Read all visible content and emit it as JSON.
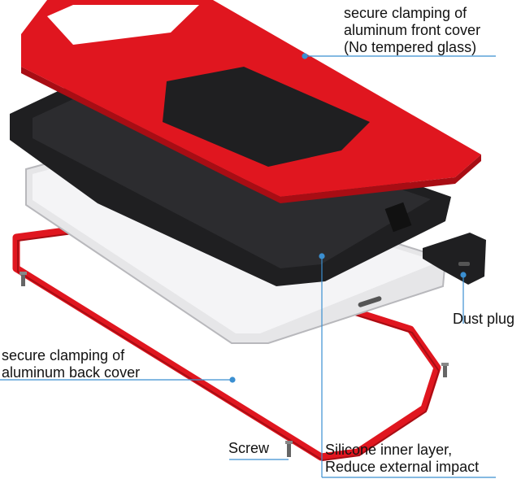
{
  "labels": {
    "front_cover": [
      "secure clamping of",
      "aluminum front cover",
      "(No tempered glass)"
    ],
    "dust_plug": "Dust plug",
    "back_cover": [
      "secure clamping of",
      "aluminum back cover"
    ],
    "screw": "Screw",
    "silicone": [
      "Silicone inner layer,",
      "Reduce external impact"
    ]
  },
  "colors": {
    "red": "#e0161f",
    "dark_red": "#a80d14",
    "black_case": "#1f1f21",
    "silver": "#e6e6e8",
    "leader": "#3b8fd1"
  }
}
